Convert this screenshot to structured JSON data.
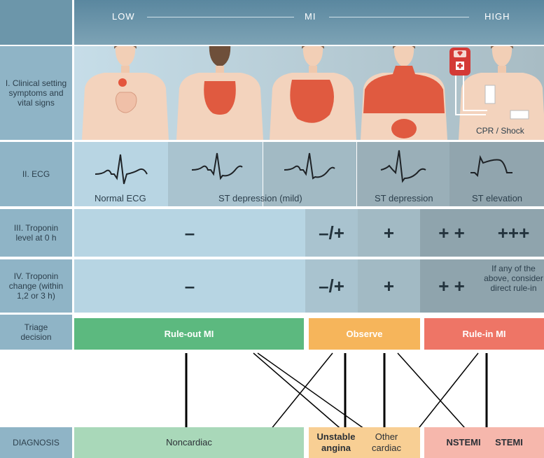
{
  "header": {
    "low": "LOW",
    "mid": "MI",
    "high": "HIGH"
  },
  "rows": {
    "clinical": "I. Clinical setting symptoms and vital signs",
    "ecg": "II. ECG",
    "trop0": "III. Troponin level at 0 h",
    "tropchange": "IV. Troponin change (within 1,2 or 3 h)",
    "triage": "Triage decision",
    "diagnosis": "DIAGNOSIS"
  },
  "clinical": {
    "cpr_label": "CPR / Shock"
  },
  "ecg": {
    "normal": "Normal ECG",
    "st_mild": "ST depression (mild)",
    "st_dep": "ST depression",
    "st_elev": "ST elevation"
  },
  "trop0": {
    "c1": "–",
    "c2": "–/+",
    "c3": "+",
    "c4": "+ +",
    "c5": "+++"
  },
  "tropchange": {
    "c1": "–",
    "c2": "–/+",
    "c3": "+",
    "c4": "+ +",
    "c5": "If any of the above, consider direct rule-in"
  },
  "triage": {
    "rule_out": "Rule-out MI",
    "observe": "Observe",
    "rule_in": "Rule-in MI"
  },
  "diagnosis": {
    "noncardiac": "Noncardiac",
    "unstable": "Unstable angina",
    "other": "Other cardiac",
    "nstemi": "NSTEMI",
    "stemi": "STEMI"
  },
  "colors": {
    "header_bg": "#5e8ca3",
    "row_label_bg": "#8fb4c6",
    "light_cell": "#b7d5e3",
    "mid_cell": "#a0b8c2",
    "dark_cell": "#8ea3ac",
    "green": "#5cb97f",
    "orange": "#f6b55b",
    "red": "#ee7566"
  }
}
